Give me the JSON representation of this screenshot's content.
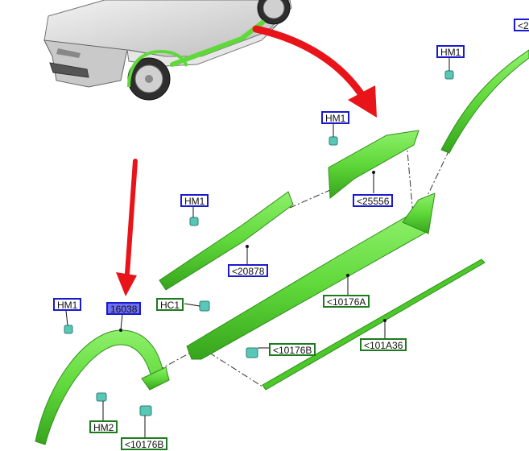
{
  "diagram": {
    "labels": {
      "hm1_top_right": "HM1",
      "hm1_mid": "HM1",
      "hm1_left": "HM1",
      "hm1_far_left": "HM1",
      "hm2": "HM2",
      "hc1": "HC1",
      "part_25556": "<25556",
      "part_20878": "<20878",
      "part_10176a": "<10176A",
      "part_10176b_mid": "<10176B",
      "part_10176b_bottom": "<10176B",
      "part_101a36": "<101A36",
      "part_16038": "16038",
      "part_clipped_top_right": "<2"
    },
    "colors": {
      "part_green": "#5fd83a",
      "part_green_dark": "#3aa81e",
      "clip_teal": "#59c7b6",
      "arrow_red": "#e8141a",
      "label_blue": "#1a1ad0",
      "label_green": "#1e7a1e",
      "label_highlight": "#6f6ff2",
      "car_grey": "#d8d8d8"
    }
  }
}
